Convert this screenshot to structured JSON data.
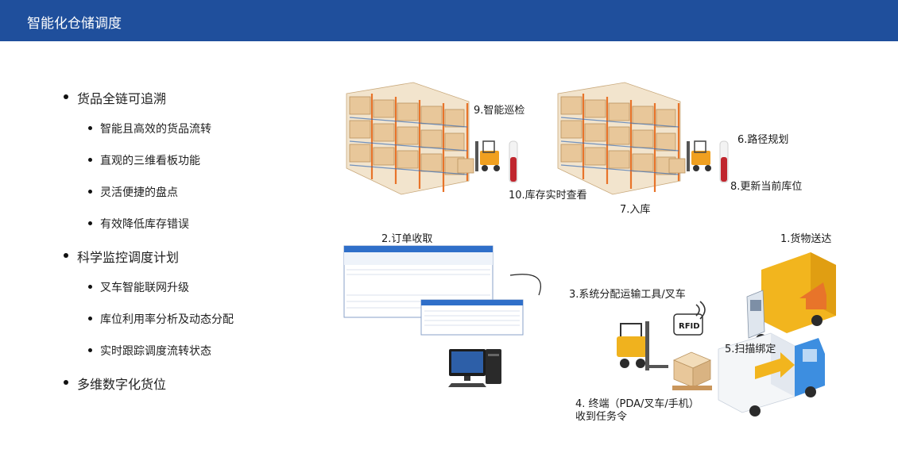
{
  "header": {
    "title": "智能化仓储调度"
  },
  "features": [
    {
      "label": "货品全链可追溯",
      "items": [
        "智能且高效的货品流转",
        "直观的三维看板功能",
        "灵活便捷的盘点",
        "有效降低库存错误"
      ]
    },
    {
      "label": "科学监控调度计划",
      "items": [
        "叉车智能联网升级",
        "库位利用率分析及动态分配",
        "实时跟踪调度流转状态"
      ]
    },
    {
      "label": "多维数字化货位",
      "items": []
    }
  ],
  "diagram": {
    "steps": {
      "s1": "1.货物送达",
      "s2": "2.订单收取",
      "s3": "3.系统分配运输工具/叉车",
      "s4_line1": "4. 终端（PDA/叉车/手机）",
      "s4_line2": "收到任务令",
      "s5": "5.扫描绑定",
      "s6": "6.路径规划",
      "s7": "7.入库",
      "s8": "8.更新当前库位",
      "s9": "9.智能巡检",
      "s10": "10.库存实时查看"
    },
    "rfid_tag": "RFID",
    "colors": {
      "header": "#1f4f9c",
      "rack": "#e8742a",
      "box": "#e8c79a",
      "forklift": "#f0a020",
      "truck": "#f2b51e"
    }
  }
}
